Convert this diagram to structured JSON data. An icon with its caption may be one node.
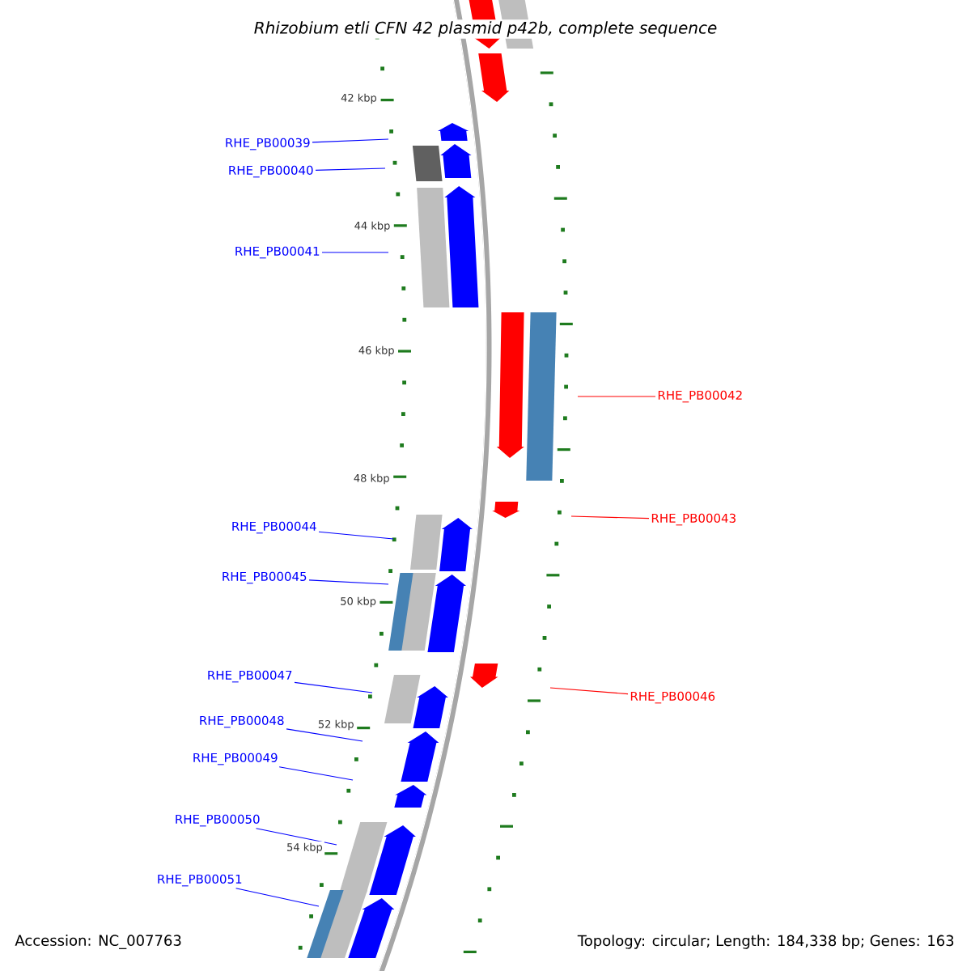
{
  "diagram": {
    "title": "Rhizobium etli CFN 42 plasmid p42b, complete sequence",
    "nodes": [
      {
        "text": [
          "RHE_PB00039"
        ]
      },
      {
        "text": [
          "RHE_PB00040"
        ]
      },
      {
        "text": [
          "RHE_PB00041"
        ]
      },
      {
        "text": [
          "RHE_PB00042"
        ]
      },
      {
        "text": [
          "RHE_PB00043"
        ]
      },
      {
        "text": [
          "RHE_PB00044"
        ]
      },
      {
        "text": [
          "RHE_PB00045"
        ]
      },
      {
        "text": [
          "RHE_PB00047"
        ]
      },
      {
        "text": [
          "RHE_PB00046"
        ]
      },
      {
        "text": [
          "RHE_PB00048"
        ]
      },
      {
        "text": [
          "RHE_PB00049"
        ]
      },
      {
        "text": [
          "RHE_PB00050"
        ]
      },
      {
        "text": [
          "RHE_PB00051"
        ]
      }
    ],
    "edges": [
      {
        "from": 0,
        "to": null,
        "arrow": "none"
      },
      {
        "from": 1,
        "to": null,
        "arrow": "none"
      },
      {
        "from": 2,
        "to": null,
        "arrow": "none"
      },
      {
        "from": 3,
        "to": null,
        "arrow": "none",
        "color": "#ff0000"
      },
      {
        "from": 4,
        "to": null,
        "arrow": "none",
        "color": "#ff0000"
      },
      {
        "from": 5,
        "to": null,
        "arrow": "none"
      },
      {
        "from": 6,
        "to": null,
        "arrow": "none"
      },
      {
        "from": 7,
        "to": null,
        "arrow": "none"
      },
      {
        "from": 8,
        "to": null,
        "arrow": "none",
        "color": "#ff0000"
      },
      {
        "from": 9,
        "to": null,
        "arrow": "none"
      },
      {
        "from": 10,
        "to": null,
        "arrow": "none"
      },
      {
        "from": 11,
        "to": null,
        "arrow": "none"
      },
      {
        "from": 12,
        "to": null,
        "arrow": "none"
      }
    ],
    "labels": [
      "42 kbp",
      "44 kbp",
      "46 kbp",
      "48 kbp",
      "50 kbp",
      "52 kbp",
      "54 kbp",
      "Accession: NC_007763",
      "Topology: circular; Length: 184,338 bp; Genes: 163"
    ]
  }
}
